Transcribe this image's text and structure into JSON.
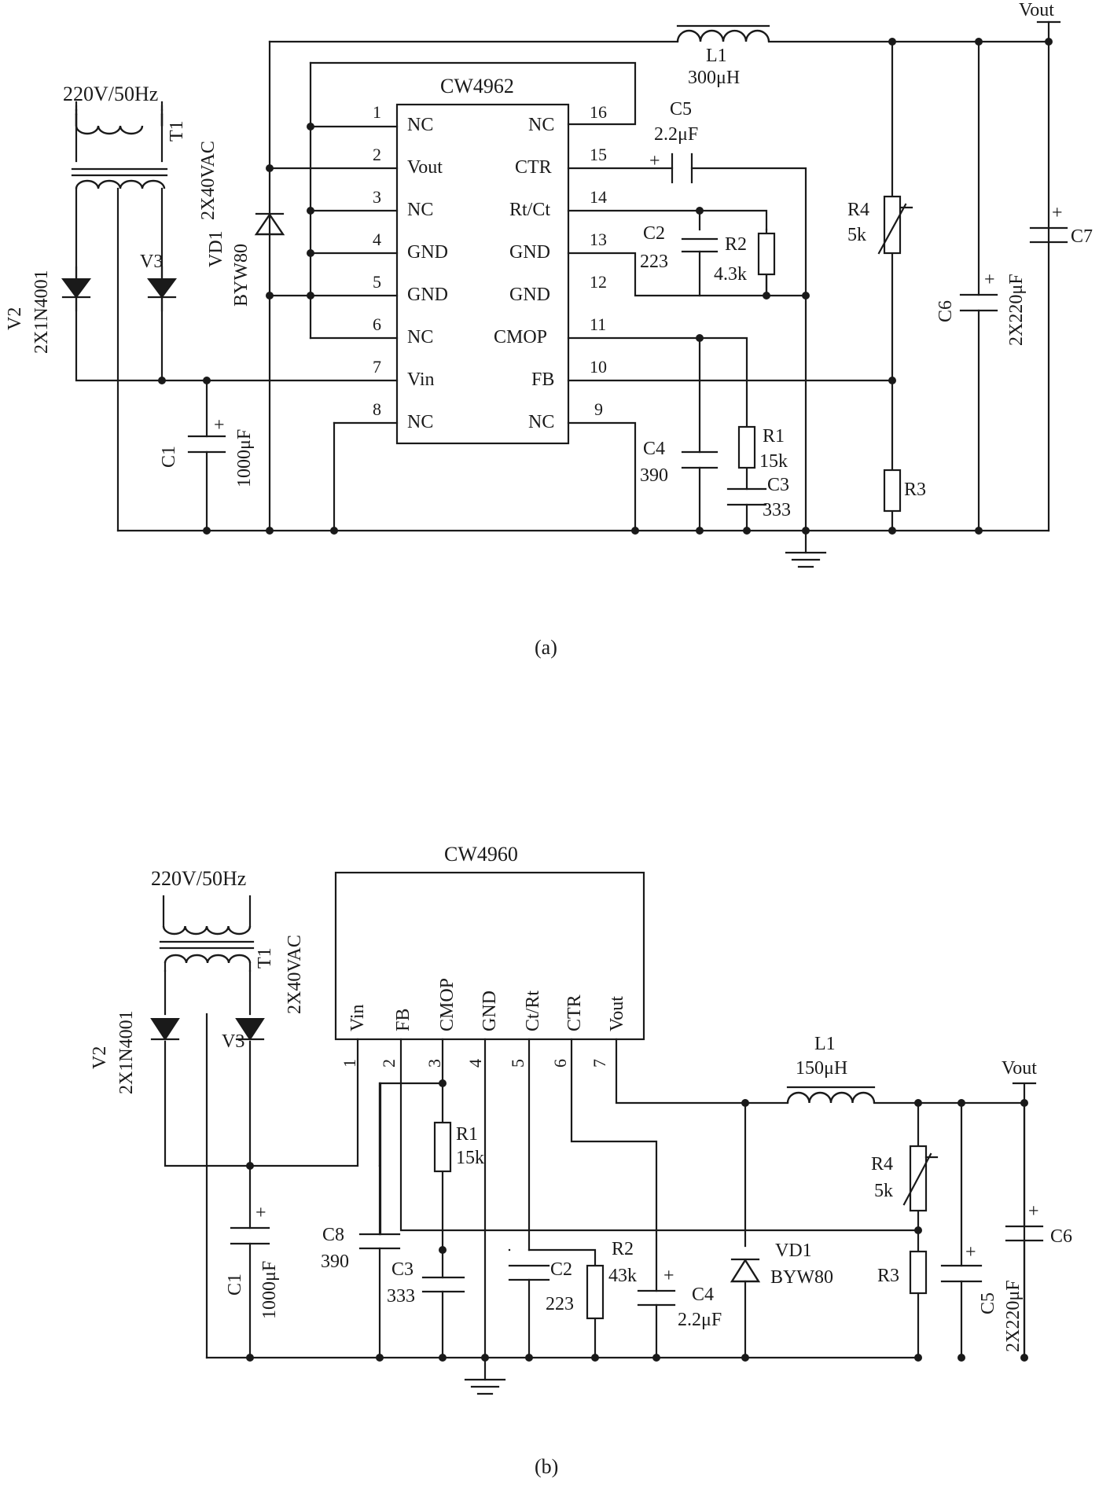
{
  "a": {
    "ic": "CW4962",
    "pins_left": [
      {
        "num": "1",
        "name": "NC"
      },
      {
        "num": "2",
        "name": "Vout"
      },
      {
        "num": "3",
        "name": "NC"
      },
      {
        "num": "4",
        "name": "GND"
      },
      {
        "num": "5",
        "name": "GND"
      },
      {
        "num": "6",
        "name": "NC"
      },
      {
        "num": "7",
        "name": "Vin"
      },
      {
        "num": "8",
        "name": "NC"
      }
    ],
    "pins_right": [
      {
        "num": "16",
        "name": "NC"
      },
      {
        "num": "15",
        "name": "CTR"
      },
      {
        "num": "14",
        "name": "Rt/Ct"
      },
      {
        "num": "13",
        "name": "GND"
      },
      {
        "num": "12",
        "name": "GND"
      },
      {
        "num": "11",
        "name": "CMOP"
      },
      {
        "num": "10",
        "name": "FB"
      },
      {
        "num": "9",
        "name": "NC"
      }
    ],
    "mains": "220V/50Hz",
    "t1": "T1",
    "t1_val": "2X40VAC",
    "v2": "V2",
    "v2_val": "2X1N4001",
    "v3": "V3",
    "vd1": "VD1",
    "vd1_val": "BYW80",
    "c1": "C1",
    "c1_val": "1000μF",
    "l1": "L1",
    "l1_val": "300μH",
    "c5": "C5",
    "c5_val": "2.2μF",
    "c2": "C2",
    "c2_val": "223",
    "r2": "R2",
    "r2_val": "4.3k",
    "c4": "C4",
    "c4_val": "390",
    "r1": "R1",
    "r1_val": "15k",
    "c3": "C3",
    "c3_val": "333",
    "r4": "R4",
    "r4_val": "5k",
    "r3": "R3",
    "c6": "C6",
    "c6_val": "2X220μF",
    "c7": "C7",
    "vout": "Vout",
    "plus": "+",
    "caption": "(a)"
  },
  "b": {
    "ic": "CW4960",
    "pins": [
      {
        "num": "1",
        "name": "Vin"
      },
      {
        "num": "2",
        "name": "FB"
      },
      {
        "num": "3",
        "name": "CMOP"
      },
      {
        "num": "4",
        "name": "GND"
      },
      {
        "num": "5",
        "name": "Ct/Rt"
      },
      {
        "num": "6",
        "name": "CTR"
      },
      {
        "num": "7",
        "name": "Vout"
      }
    ],
    "mains": "220V/50Hz",
    "t1": "T1",
    "t1_val": "2X40VAC",
    "v2": "V2",
    "v2_val": "2X1N4001",
    "v3": "V3",
    "c1": "C1",
    "c1_val": "1000μF",
    "c8": "C8",
    "c8_val": "390",
    "r1": "R1",
    "r1_val": "15k",
    "c3": "C3",
    "c3_val": "333",
    "c2": "C2",
    "c2_val": "223",
    "r2": "R2",
    "r2_val": "43k",
    "c4": "C4",
    "c4_val": "2.2μF",
    "l1": "L1",
    "l1_val": "150μH",
    "vd1": "VD1",
    "vd1_val": "BYW80",
    "r4": "R4",
    "r4_val": "5k",
    "r3": "R3",
    "c5": "C5",
    "c5_val": "2X220μF",
    "c6": "C6",
    "vout": "Vout",
    "plus": "+",
    "caption": "(b)"
  }
}
